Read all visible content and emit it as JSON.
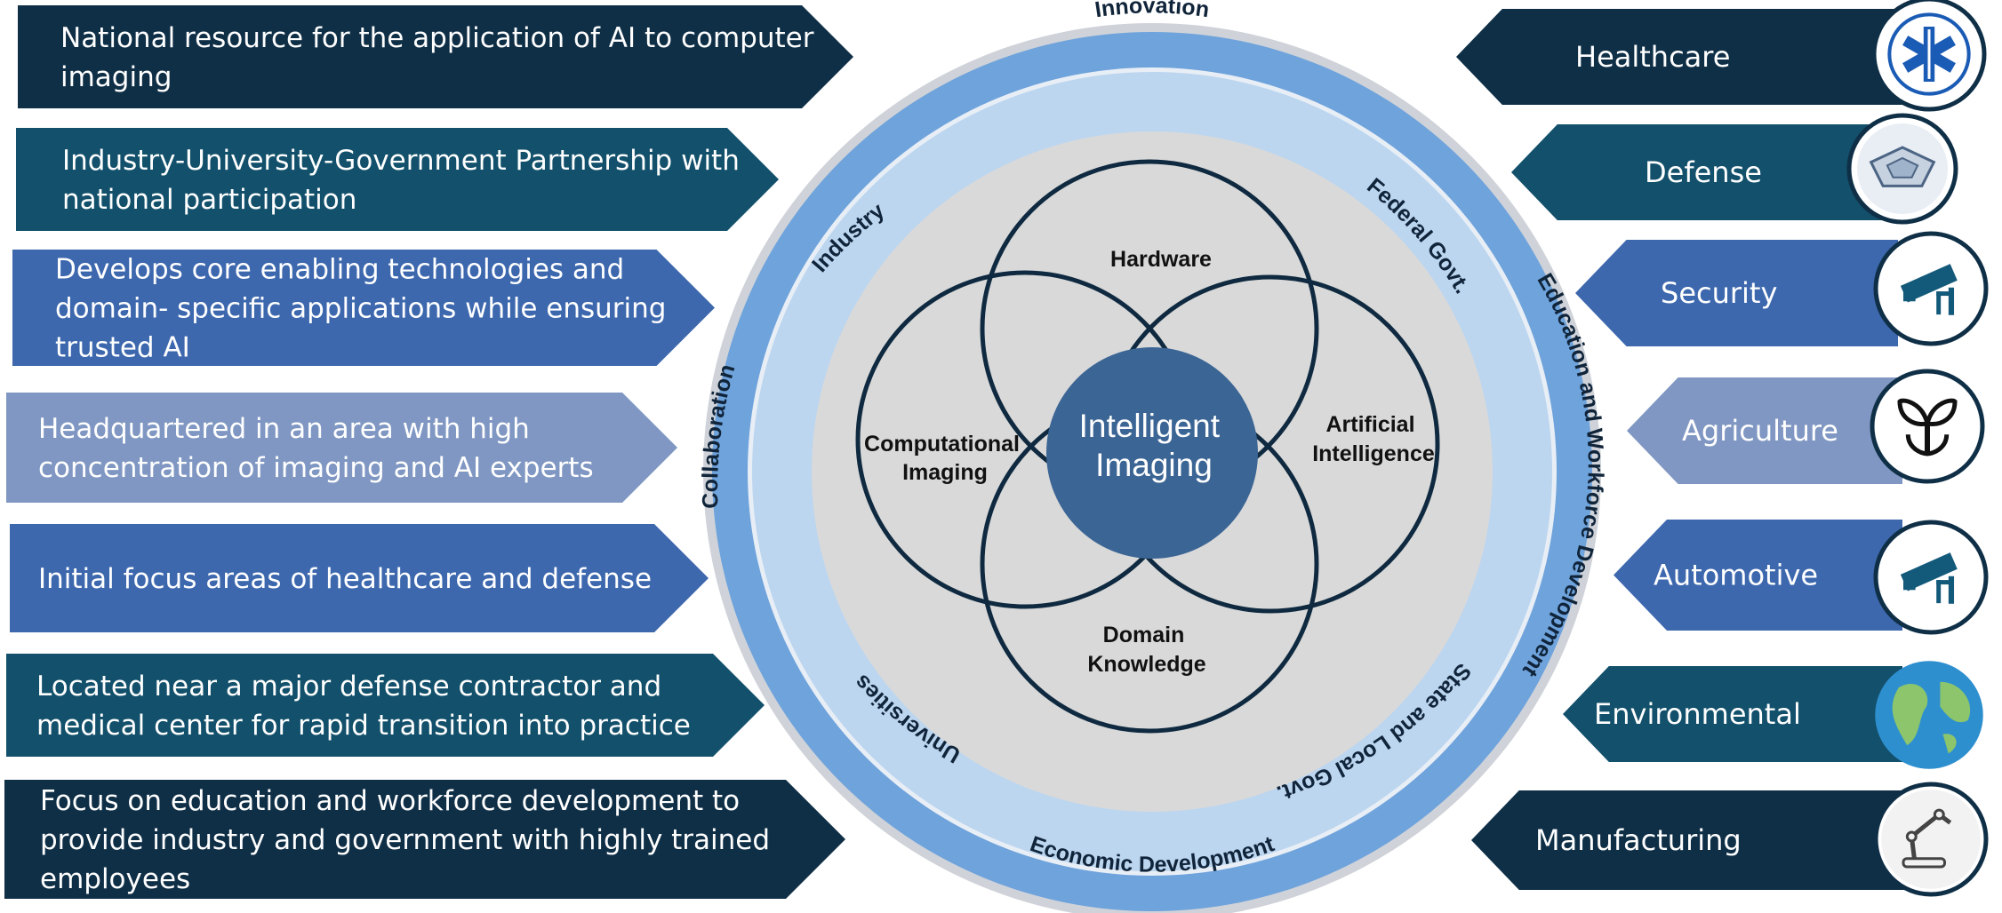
{
  "left_items": [
    {
      "lines": [
        "National resource for the application of AI to computer",
        "imaging"
      ],
      "color": "#0f2f47"
    },
    {
      "lines": [
        "Industry-University-Government Partnership with",
        "national participation"
      ],
      "color": "#12506b"
    },
    {
      "lines": [
        "Develops core enabling technologies and",
        "domain- specific applications while ensuring",
        "trusted AI"
      ],
      "color": "#3d68ae"
    },
    {
      "lines": [
        "Headquartered in an area with high",
        "concentration of imaging and AI experts"
      ],
      "color": "#7f97c2"
    },
    {
      "lines": [
        "Initial focus areas of healthcare and defense"
      ],
      "color": "#3d68ae"
    },
    {
      "lines": [
        "Located near a major defense contractor and",
        "medical center for rapid transition into practice"
      ],
      "color": "#12506b"
    },
    {
      "lines": [
        "Focus on education and workforce development to",
        "provide industry and government with highly trained",
        "employees"
      ],
      "color": "#0f2f47"
    }
  ],
  "right_items": [
    {
      "label": "Healthcare",
      "icon": "star-of-life-icon",
      "color": "#0f2f47"
    },
    {
      "label": "Defense",
      "icon": "pentagon-building-icon",
      "color": "#12506b"
    },
    {
      "label": "Security",
      "icon": "security-camera-icon",
      "color": "#3d68ae"
    },
    {
      "label": "Agriculture",
      "icon": "sprout-icon",
      "color": "#7f97c2"
    },
    {
      "label": "Automotive",
      "icon": "security-camera-icon",
      "color": "#3d68ae"
    },
    {
      "label": "Environmental",
      "icon": "globe-icon",
      "color": "#12506b"
    },
    {
      "label": "Manufacturing",
      "icon": "robot-arm-icon",
      "color": "#0f2f47"
    }
  ],
  "outer_ring": {
    "top": "Innovation",
    "left": "Collaboration",
    "right": "Education and Workforce Development",
    "bottom": "Economic Development"
  },
  "inner_ring": {
    "industry": "Industry",
    "federal": "Federal Govt.",
    "universities": "Universities",
    "state_local": "State and Local Govt."
  },
  "venn": {
    "top": "Hardware",
    "left": [
      "Computational",
      "Imaging"
    ],
    "right": [
      "Artificial",
      "Intelligence"
    ],
    "bottom": [
      "Domain",
      "Knowledge"
    ],
    "center": [
      "Intelligent",
      "Imaging"
    ]
  },
  "colors": {
    "outer_ring": "#6fa3dc",
    "inner_ring": "#bcd6f0",
    "gray_disk": "#d9d9d9",
    "center": "#3b6594",
    "venn_stroke": "#0f2a40"
  }
}
